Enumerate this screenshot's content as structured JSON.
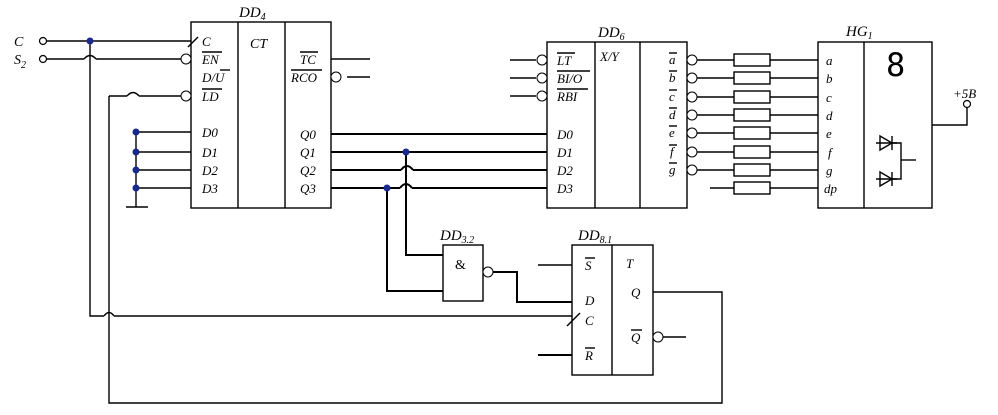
{
  "inputs": {
    "c": "C",
    "s2": "S",
    "s2_sub": "2"
  },
  "dd4": {
    "name": "DD",
    "num": "4",
    "fn": "CT",
    "in_c": "C",
    "in_en": "EN",
    "in_du": "D/",
    "in_du_bar": "U",
    "in_ld": "LD",
    "in_d0": "D0",
    "in_d1": "D1",
    "in_d2": "D2",
    "in_d3": "D3",
    "out_tc": "TC",
    "out_rco": "RCO",
    "out_q0": "Q0",
    "out_q1": "Q1",
    "out_q2": "Q2",
    "out_q3": "Q3"
  },
  "dd6": {
    "name": "DD",
    "num": "6",
    "fn": "X/Y",
    "in_lt": "LT",
    "in_bio": "BI/O",
    "in_rbi": "RBI",
    "in_d0": "D0",
    "in_d1": "D1",
    "in_d2": "D2",
    "in_d3": "D3",
    "out_a": "a",
    "out_b": "b",
    "out_c": "c",
    "out_d": "d",
    "out_e": "e",
    "out_f": "f",
    "out_g": "g"
  },
  "hg1": {
    "name": "HG",
    "num": "1",
    "digit": "8",
    "seg_a": "a",
    "seg_b": "b",
    "seg_c": "c",
    "seg_d": "d",
    "seg_e": "e",
    "seg_f": "f",
    "seg_g": "g",
    "seg_dp": "dp"
  },
  "power": {
    "label": "+5B"
  },
  "dd32": {
    "name": "DD",
    "num": "3.2",
    "fn": "&"
  },
  "dd81": {
    "name": "DD",
    "num": "8.1",
    "fn": "T",
    "in_s": "S",
    "in_d": "D",
    "in_c": "C",
    "in_r": "R",
    "out_q": "Q",
    "out_qbar": "Q"
  }
}
